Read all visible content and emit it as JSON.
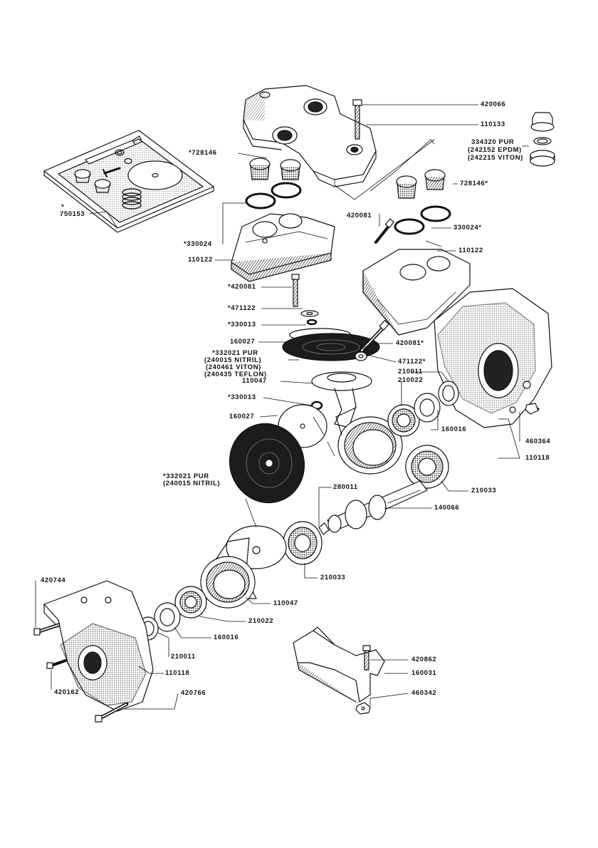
{
  "parts": {
    "p420066": "420066",
    "p110133": "110133",
    "p334320": "334320 PUR",
    "p242152": "(242152 EPDM)",
    "p242215": "(242215 VITON)",
    "p728146_left": "*728146",
    "p728146_right": "728146*",
    "p750153_star": "*",
    "p750153": "750153",
    "p330024_left": "*330024",
    "p330024_right": "330024*",
    "p420081_right_top": "420081",
    "p110122_left": "110122",
    "p110122_right": "110122",
    "p420081_left": "*420081",
    "p471122_left": "*471122",
    "p330013_upper": "*330013",
    "p160027_upper": "160027",
    "p332021_upper_a": "*332021 PUR",
    "p240015_upper": "(240015 NITRIL)",
    "p240461": "(240461 VITON)",
    "p240435": "(240435 TEFLON)",
    "p420081_mid": "420081*",
    "p471122_right": "471122*",
    "p210011_right": "210011",
    "p110047_upper": "110047",
    "p210022_right": "210022",
    "p330013_lower": "*330013",
    "p160027_lower": "160027",
    "p160016_right": "160016",
    "p460364": "460364",
    "p110118_right": "110118",
    "p332021_lower_a": "*332021 PUR",
    "p240015_lower": "(240015 NITRIL)",
    "p280011": "280011",
    "p210033_right": "210033",
    "p140066": "140066",
    "p210033_lower": "210033",
    "p420744": "420744",
    "p110047_lower": "110047",
    "p210022_lower": "210022",
    "p160016_lower": "160016",
    "p210011_lower": "210011",
    "p110118_lower": "110118",
    "p420162": "420162",
    "p420766": "420766",
    "p420862": "420862",
    "p160031": "160031",
    "p460342": "460342"
  },
  "icons": {
    "style": "line-art exploded assembly",
    "ink_color": "#111111",
    "shade_color": "#2a2a2a",
    "paper_color": "#ffffff"
  }
}
